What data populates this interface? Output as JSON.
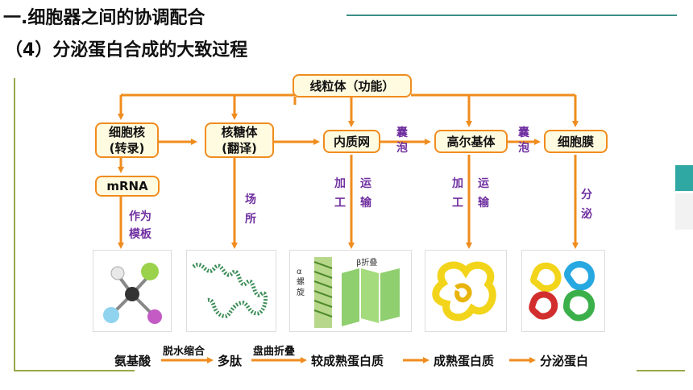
{
  "header": {
    "title": "一.细胞器之间的协调配合",
    "subtitle": "（4）分泌蛋白合成的大致过程"
  },
  "boxes": {
    "mitochondria": "线粒体（功能）",
    "nucleus_line1": "细胞核",
    "nucleus_line2": "(转录)",
    "ribosome_line1": "核糖体",
    "ribosome_line2": "(翻译)",
    "er": "内质网",
    "golgi": "高尔基体",
    "membrane": "细胞膜",
    "mrna": "mRNA"
  },
  "labels": {
    "vesicle1": "囊泡",
    "vesicle2": "囊泡",
    "template_line1": "作为",
    "template_line2": "模板",
    "site": "场所",
    "er_process": "加工",
    "er_transport": "运输",
    "golgi_process": "加工",
    "golgi_transport": "运输",
    "secrete": "分泌",
    "alpha_helix": "α螺旋",
    "beta_sheet": "β折叠"
  },
  "sequence": {
    "amino_acid": "氨基酸",
    "step1": "脱水缩合",
    "polypeptide": "多肽",
    "step2": "盘曲折叠",
    "immature_protein": "较成熟蛋白质",
    "mature_protein": "成熟蛋白质",
    "secreted_protein": "分泌蛋白"
  },
  "colors": {
    "arrow": "#f08c1e",
    "label": "#7030a0",
    "box_border": "#f08c1e",
    "box_fill": "#fffbe0"
  }
}
